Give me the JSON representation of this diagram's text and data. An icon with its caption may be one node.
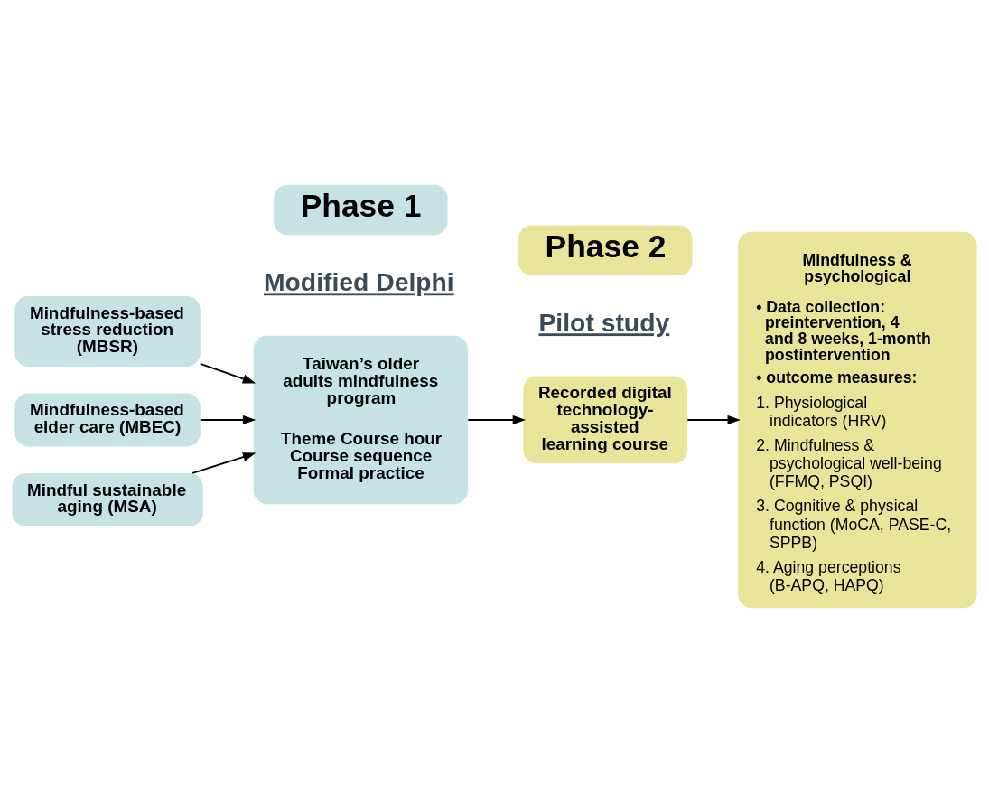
{
  "diagram": {
    "nodes": [
      {
        "text": [
          "Phase 1"
        ]
      },
      {
        "text": [
          "Phase 2"
        ]
      },
      {
        "text": [
          "Mindfulness-based stress reduction (MBSR)"
        ]
      },
      {
        "text": [
          "Mindfulness-based elder care (MBEC)"
        ]
      },
      {
        "text": [
          "Mindful sustainable aging (MSA)"
        ]
      },
      {
        "text": [
          "Taiwan’s older adults mindfulness program",
          "Theme Course hour Course sequence Formal practice"
        ]
      },
      {
        "text": [
          "Recorded digital technology-assisted learning course"
        ]
      },
      {
        "text": [
          "Mindfulness & psychological",
          "• Data collection: preintervention, 4 and 8 weeks, 1-month postintervention",
          "• outcome measures:",
          "1. Physiological indicators (HRV)",
          "2. Mindfulness & psychological well-being (FFMQ, PSQI)",
          "3. Cognitive & physical function (MoCA, PASE-C, SPPB)",
          "4. Aging perceptions (B-APQ, HAPQ)"
        ]
      }
    ],
    "edges": [
      {
        "from": 2,
        "to": 5,
        "arrow": "to"
      },
      {
        "from": 3,
        "to": 5,
        "arrow": "to"
      },
      {
        "from": 4,
        "to": 5,
        "arrow": "to"
      },
      {
        "from": 5,
        "to": 6,
        "arrow": "to"
      },
      {
        "from": 6,
        "to": 7,
        "arrow": "to"
      }
    ],
    "labels": [
      "Modified Delphi",
      "Pilot study"
    ]
  }
}
